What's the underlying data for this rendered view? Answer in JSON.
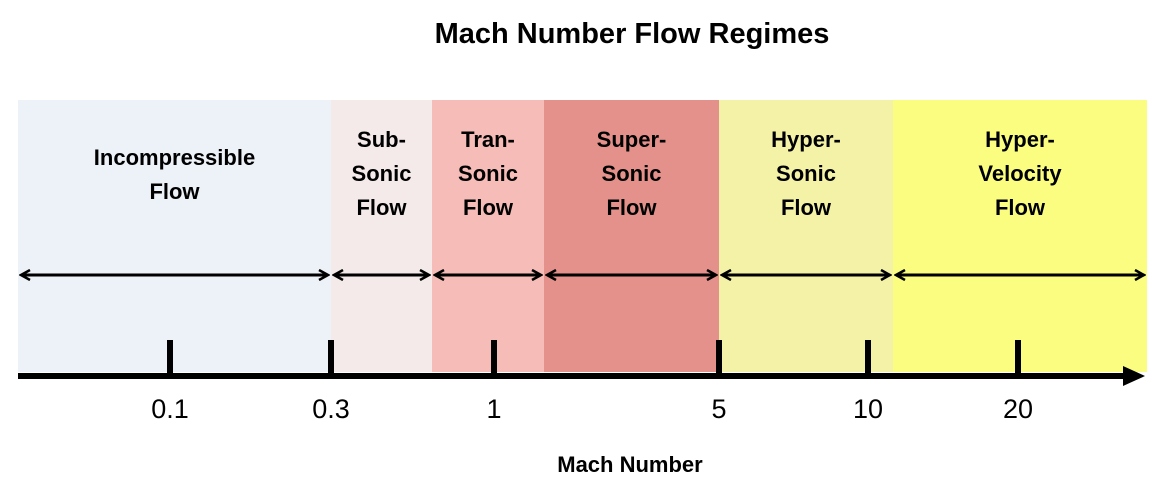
{
  "title": "Mach Number Flow Regimes",
  "axis_label": "Mach Number",
  "regimes": [
    {
      "lines": [
        "Incompressible",
        "Flow"
      ],
      "color": "#edf1f8"
    },
    {
      "lines": [
        "Sub-",
        "Sonic",
        "Flow"
      ],
      "color": "#f5eaea"
    },
    {
      "lines": [
        "Tran-",
        "Sonic",
        "Flow"
      ],
      "color": "#f5bcb8"
    },
    {
      "lines": [
        "Super-",
        "Sonic",
        "Flow"
      ],
      "color": "#e4918b"
    },
    {
      "lines": [
        "Hyper-",
        "Sonic",
        "Flow"
      ],
      "color": "#f4f2a6"
    },
    {
      "lines": [
        "Hyper-",
        "Velocity",
        "Flow"
      ],
      "color": "#fafd80"
    }
  ],
  "ticks": [
    "0.1",
    "0.3",
    "1",
    "5",
    "10",
    "20"
  ]
}
